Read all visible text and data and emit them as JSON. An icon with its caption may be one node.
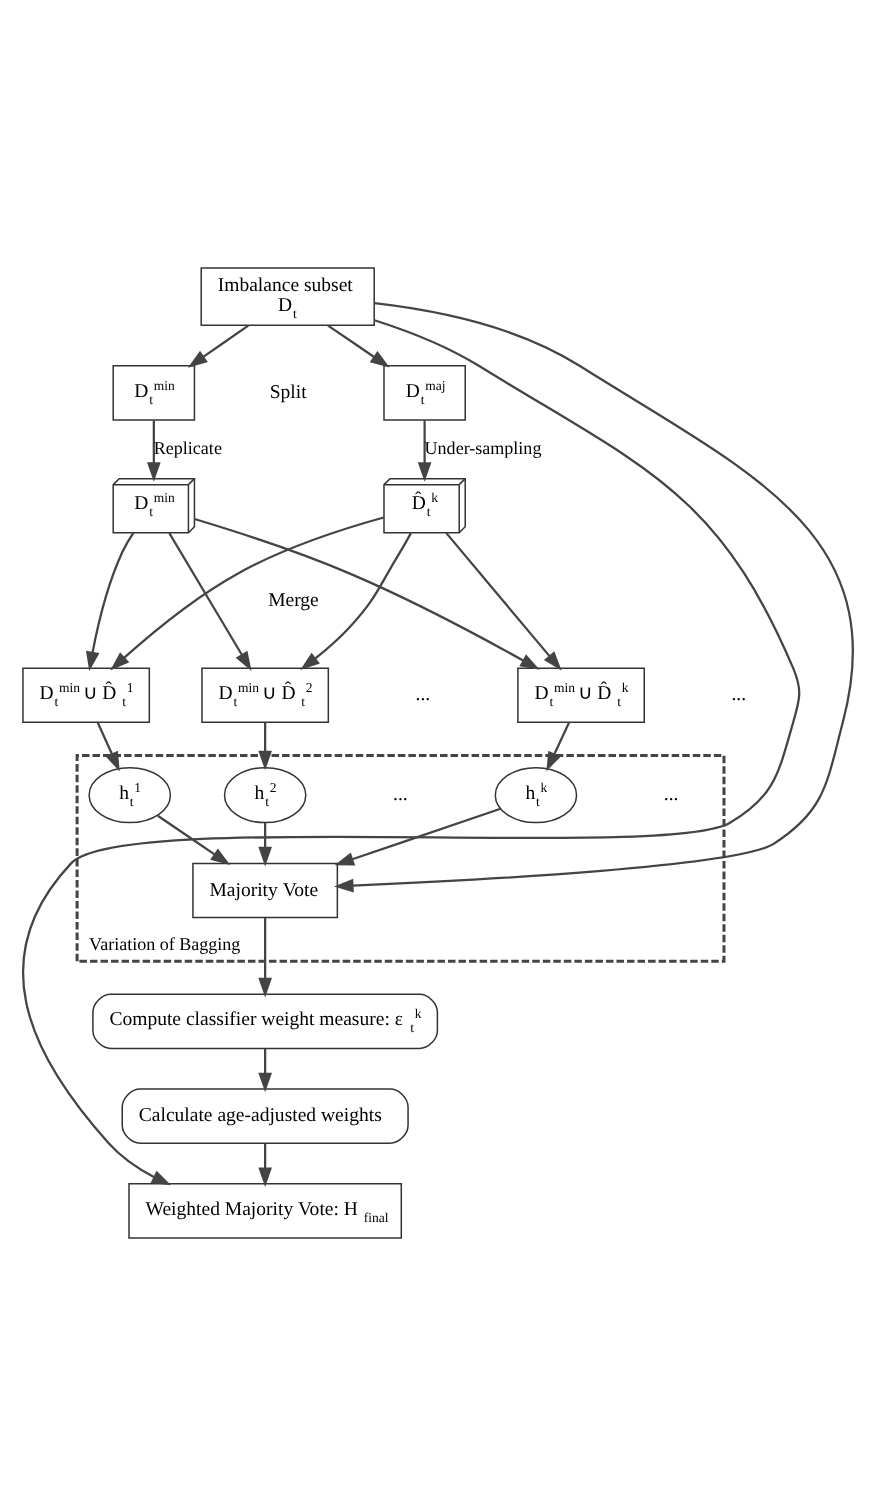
{
  "diagram": {
    "nodes": [
      {
        "text": [
          "Imbalance subset",
          "D$_{t}$"
        ]
      },
      {
        "text": [
          "D$_{t}$$^{min}$"
        ]
      },
      {
        "text": [
          "D$_{t}$$^{maj}$"
        ]
      },
      {
        "text": [
          "D$_{t}$$^{min}$"
        ]
      },
      {
        "text": [
          "D̂$_{t}$$^{k}$"
        ]
      },
      {
        "text": [
          "D$_{t}$$^{min}$ ∪ D̂$_{t}$$^{1}$"
        ]
      },
      {
        "text": [
          "D$_{t}$$^{min}$ ∪ D̂$_{t}$$^{2}$"
        ]
      },
      {
        "text": [
          "D$_{t}$$^{min}$ ∪ D̂$_{t}$$^{k}$"
        ]
      },
      {
        "text": [
          "Variation of Bagging"
        ]
      },
      {
        "text": [
          "h$_{t}$$^{1}$"
        ],
        "in": 8
      },
      {
        "text": [
          "h$_{t}$$^{2}$"
        ],
        "in": 8
      },
      {
        "text": [
          "h$_{t}$$^{k}$"
        ],
        "in": 8
      },
      {
        "text": [
          "Majority Vote"
        ],
        "in": 8
      },
      {
        "text": [
          "Compute classifier weight measure: ε$_{t}$$^{k}$"
        ]
      },
      {
        "text": [
          "Calculate age-adjusted weights"
        ]
      },
      {
        "text": [
          "Weighted Majority Vote: H$_{final}$"
        ]
      }
    ],
    "edges": [
      {
        "from": 0,
        "to": 1,
        "arrow": "to"
      },
      {
        "from": 0,
        "to": 2,
        "arrow": "to"
      },
      {
        "from": 1,
        "to": 3,
        "arrow": "to",
        "label": "Replicate"
      },
      {
        "from": 2,
        "to": 4,
        "arrow": "to",
        "label": "Under-sampling"
      },
      {
        "from": 3,
        "to": 5,
        "arrow": "to"
      },
      {
        "from": 3,
        "to": 6,
        "arrow": "to"
      },
      {
        "from": 3,
        "to": 7,
        "arrow": "to"
      },
      {
        "from": 4,
        "to": 5,
        "arrow": "to"
      },
      {
        "from": 4,
        "to": 6,
        "arrow": "to"
      },
      {
        "from": 4,
        "to": 7,
        "arrow": "to"
      },
      {
        "from": 5,
        "to": 9,
        "arrow": "to"
      },
      {
        "from": 6,
        "to": 10,
        "arrow": "to"
      },
      {
        "from": 7,
        "to": 11,
        "arrow": "to"
      },
      {
        "from": 9,
        "to": 12,
        "arrow": "to"
      },
      {
        "from": 10,
        "to": 12,
        "arrow": "to"
      },
      {
        "from": 11,
        "to": 12,
        "arrow": "to"
      },
      {
        "from": 12,
        "to": 13,
        "arrow": "to"
      },
      {
        "from": 13,
        "to": 14,
        "arrow": "to"
      },
      {
        "from": 14,
        "to": 15,
        "arrow": "to"
      },
      {
        "from": 0,
        "to": 12,
        "arrow": "to"
      },
      {
        "from": 0,
        "to": 15,
        "arrow": "to"
      }
    ],
    "labels": [
      "Split",
      "Merge",
      "...",
      "...",
      "...",
      "..."
    ]
  }
}
